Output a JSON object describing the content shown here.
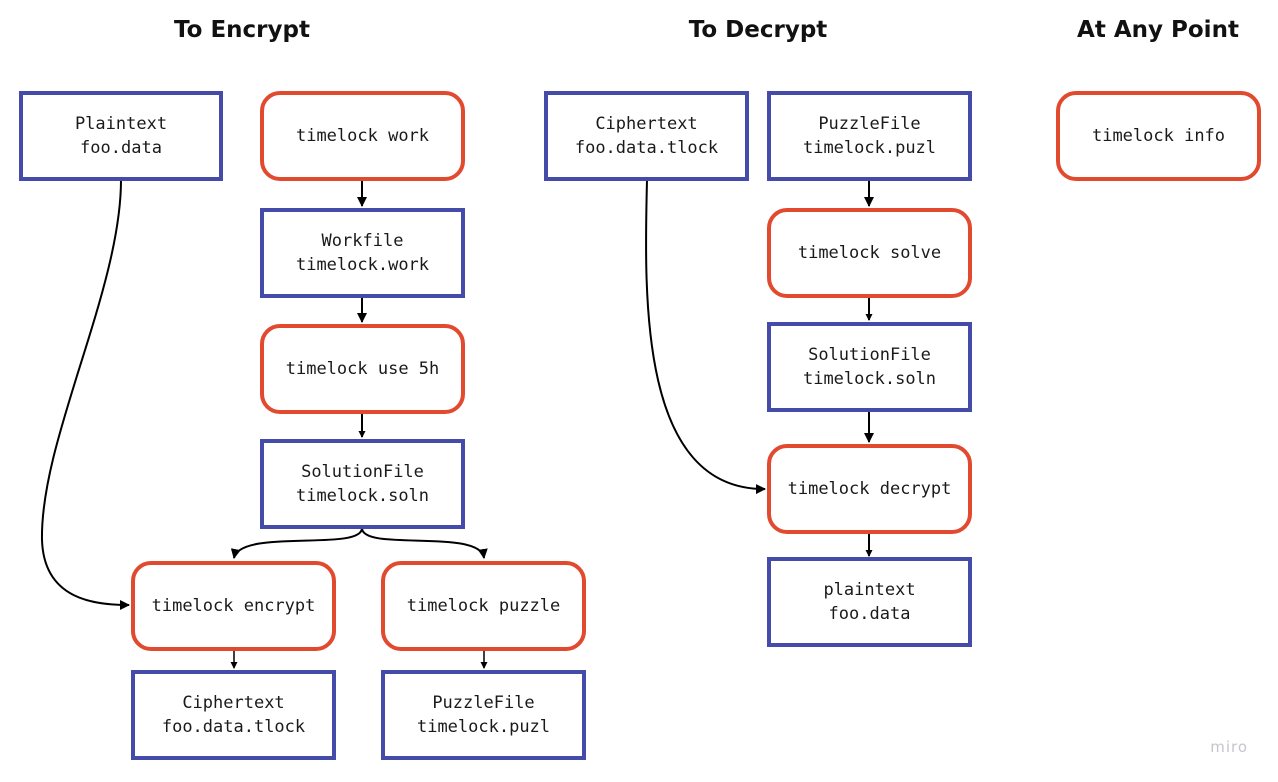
{
  "headings": {
    "encrypt": "To Encrypt",
    "decrypt": "To Decrypt",
    "any": "At Any Point"
  },
  "encrypt": {
    "plaintext": {
      "l1": "Plaintext",
      "l2": "foo.data"
    },
    "work_cmd": "timelock work",
    "workfile": {
      "l1": "Workfile",
      "l2": "timelock.work"
    },
    "use_cmd": "timelock use 5h",
    "solution": {
      "l1": "SolutionFile",
      "l2": "timelock.soln"
    },
    "encrypt_cmd": "timelock encrypt",
    "puzzle_cmd": "timelock puzzle",
    "ciphertext": {
      "l1": "Ciphertext",
      "l2": "foo.data.tlock"
    },
    "puzzlefile": {
      "l1": "PuzzleFile",
      "l2": "timelock.puzl"
    }
  },
  "decrypt": {
    "ciphertext": {
      "l1": "Ciphertext",
      "l2": "foo.data.tlock"
    },
    "puzzlefile": {
      "l1": "PuzzleFile",
      "l2": "timelock.puzl"
    },
    "solve_cmd": "timelock solve",
    "solution": {
      "l1": "SolutionFile",
      "l2": "timelock.soln"
    },
    "decrypt_cmd": "timelock decrypt",
    "plaintext": {
      "l1": "plaintext",
      "l2": "foo.data"
    }
  },
  "any": {
    "info_cmd": "timelock info"
  },
  "colors": {
    "file_border": "#444ba8",
    "command_border": "#e24a30",
    "arrow": "#000000"
  },
  "watermark": "miro"
}
